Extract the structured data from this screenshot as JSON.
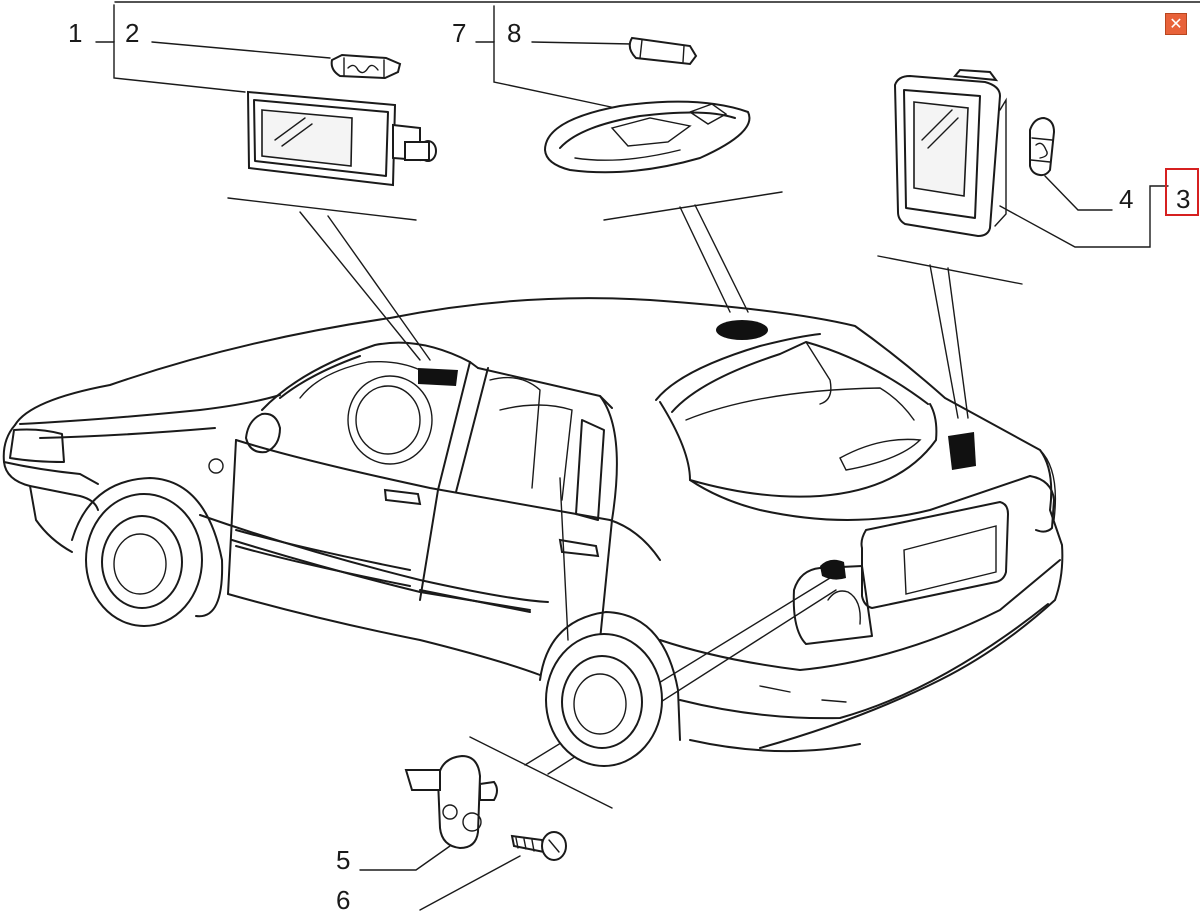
{
  "window": {
    "close_glyph": "✕"
  },
  "callouts": [
    {
      "id": "1",
      "text": "1"
    },
    {
      "id": "2",
      "text": "2"
    },
    {
      "id": "3",
      "text": "3"
    },
    {
      "id": "4",
      "text": "4"
    },
    {
      "id": "5",
      "text": "5"
    },
    {
      "id": "6",
      "text": "6"
    },
    {
      "id": "7",
      "text": "7"
    },
    {
      "id": "8",
      "text": "8"
    }
  ],
  "colors": {
    "line": "#1a1a1a",
    "highlight": "#d62020",
    "close_button": "#e8623a",
    "background": "#ffffff"
  },
  "icons": {
    "close": "close-icon"
  }
}
